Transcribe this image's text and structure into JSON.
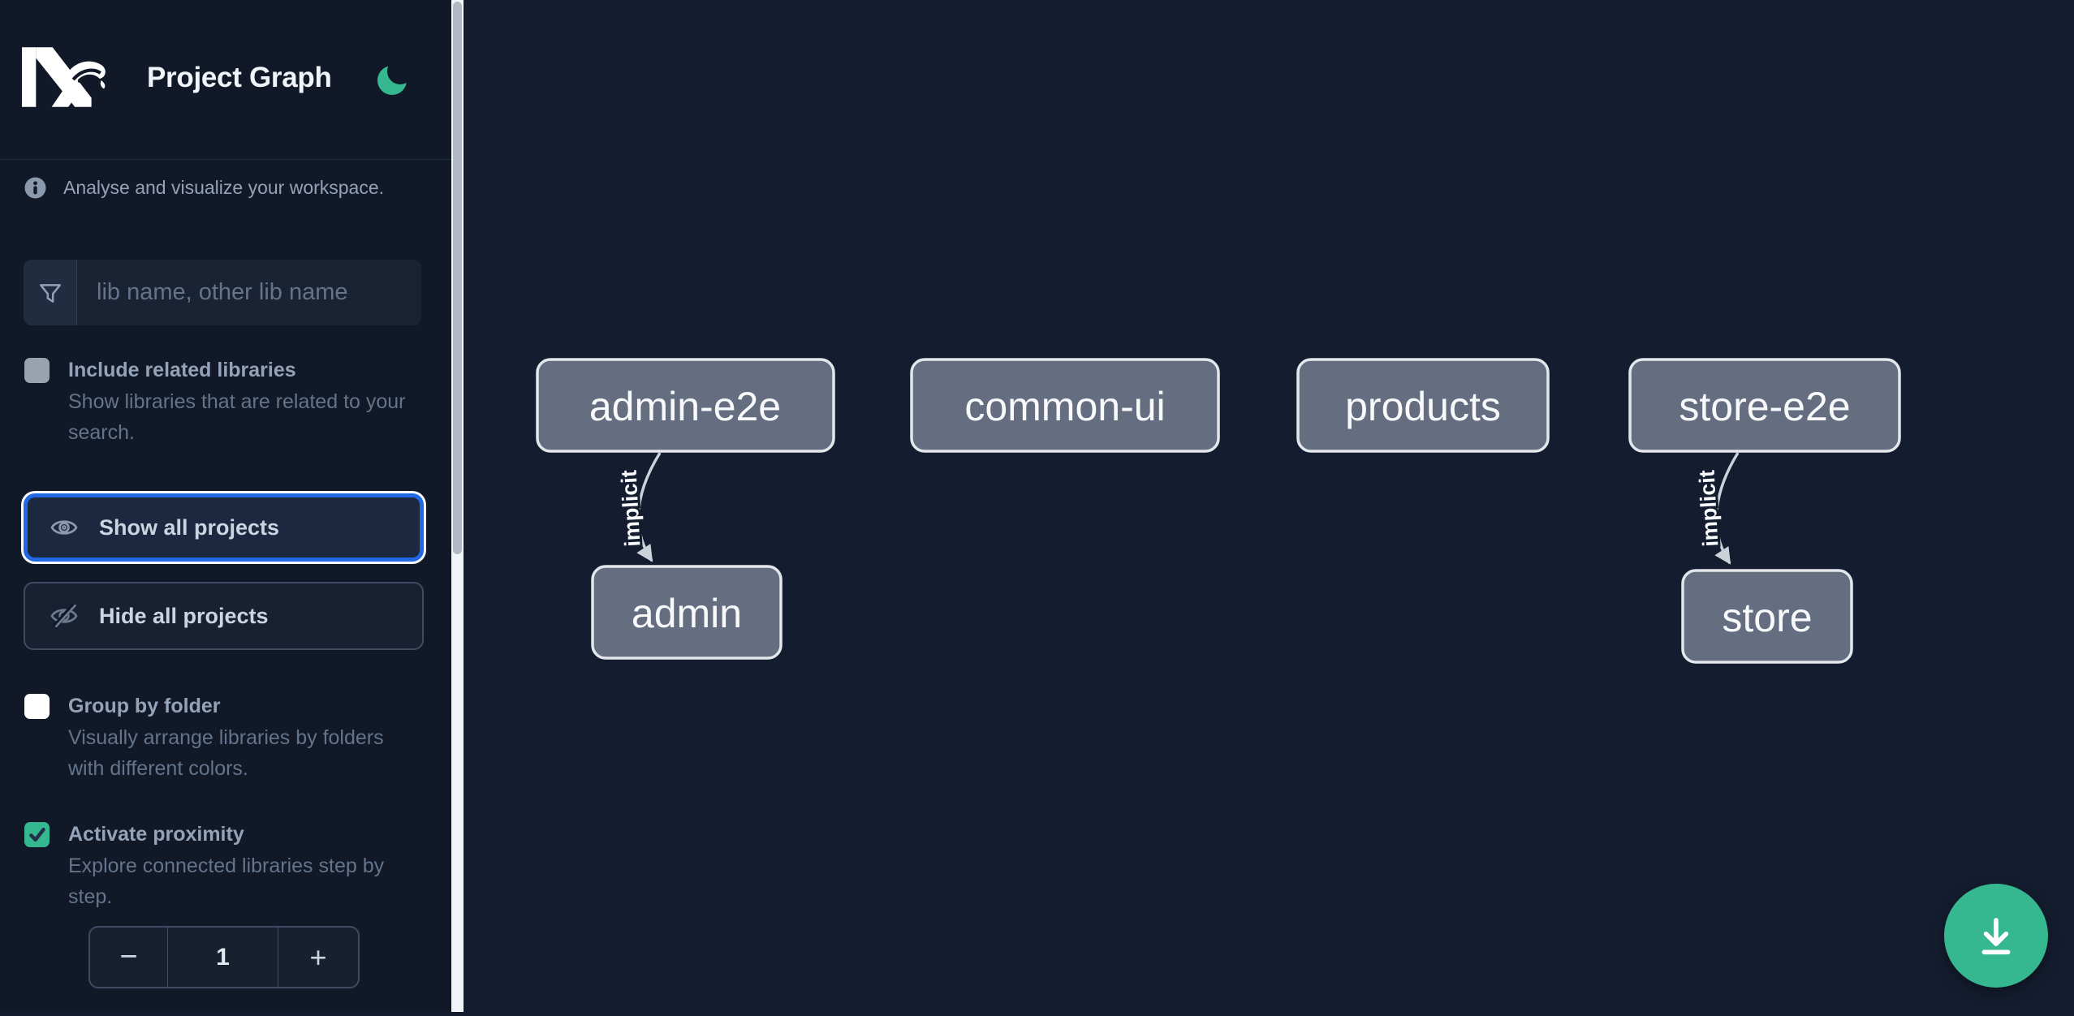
{
  "header": {
    "title": "Project Graph",
    "logo": "nx-logo",
    "theme_toggle_icon": "moon-icon"
  },
  "sidebar": {
    "tagline": "Analyse and visualize your workspace.",
    "tagline_icon": "info-icon",
    "search": {
      "icon": "filter-funnel-icon",
      "placeholder": "lib name, other lib name",
      "value": ""
    },
    "options": [
      {
        "label": "Include related libraries",
        "description": "Show libraries that are related to your search.",
        "checked": false,
        "disabled": true
      },
      {
        "label": "Group by folder",
        "description": "Visually arrange libraries by folders with different colors.",
        "checked": false,
        "disabled": false
      },
      {
        "label": "Activate proximity",
        "description": "Explore connected libraries step by step.",
        "checked": true,
        "disabled": false
      }
    ],
    "actions": {
      "show_all": "Show all projects",
      "show_all_icon": "eye-icon",
      "hide_all": "Hide all projects",
      "hide_all_icon": "eye-off-icon"
    },
    "stepper": {
      "decrement": "−",
      "value": "1",
      "increment": "+"
    }
  },
  "graph": {
    "nodes": [
      {
        "id": "admin-e2e",
        "label": "admin-e2e"
      },
      {
        "id": "common-ui",
        "label": "common-ui"
      },
      {
        "id": "products",
        "label": "products"
      },
      {
        "id": "store-e2e",
        "label": "store-e2e"
      },
      {
        "id": "admin",
        "label": "admin"
      },
      {
        "id": "store",
        "label": "store"
      }
    ],
    "edges": [
      {
        "source": "admin-e2e",
        "target": "admin",
        "label": "implicit"
      },
      {
        "source": "store-e2e",
        "target": "store",
        "label": "implicit"
      }
    ],
    "download_icon": "download-icon"
  },
  "colors": {
    "accent_green": "#35b890",
    "focus_blue": "#2168e4",
    "sidebar_bg": "#111929",
    "canvas_bg": "#141c2f",
    "node_fill": "#646e80",
    "node_border": "#e3e7ec",
    "edge": "#ccd2da"
  }
}
